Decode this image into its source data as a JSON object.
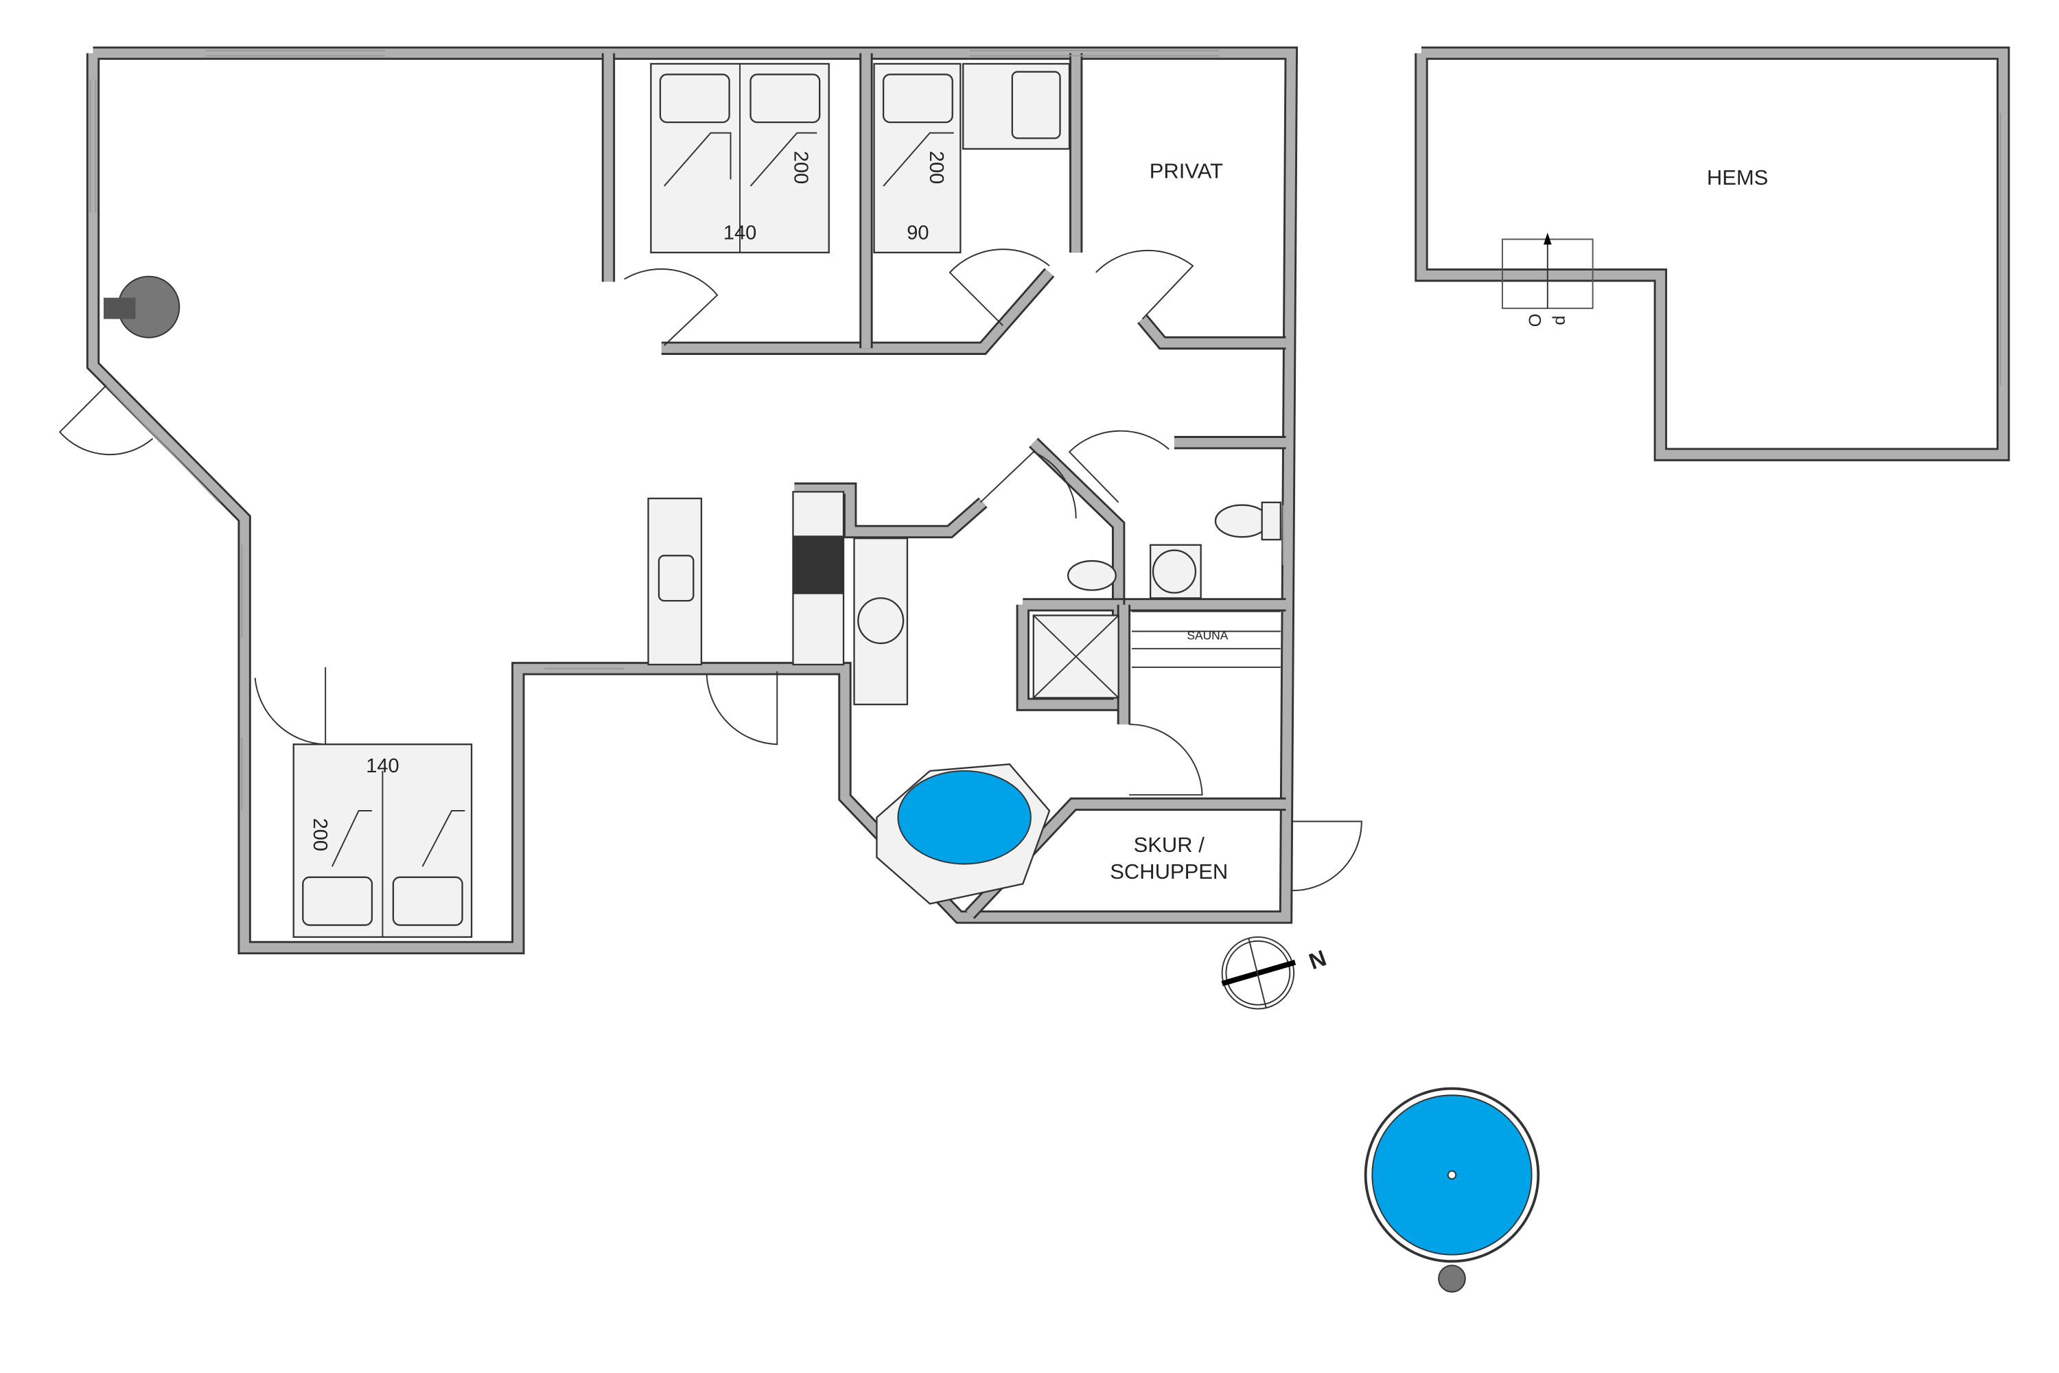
{
  "rooms": {
    "privat": "PRIVAT",
    "hems": "HEMS",
    "sauna": "SAUNA",
    "skur_line1": "SKUR /",
    "skur_line2": "SCHUPPEN"
  },
  "beds": {
    "bedroom1_width": "140",
    "bedroom1_length": "200",
    "bedroom2_width": "90",
    "bedroom2_length": "200",
    "bedroom3_width": "140",
    "bedroom3_length": "200"
  },
  "stairs": {
    "label_o": "O",
    "label_p": "p"
  },
  "compass": {
    "north": "N"
  },
  "colors": {
    "wall": "#b0b0b0",
    "water": "#00a2e8",
    "outline": "#333333"
  }
}
